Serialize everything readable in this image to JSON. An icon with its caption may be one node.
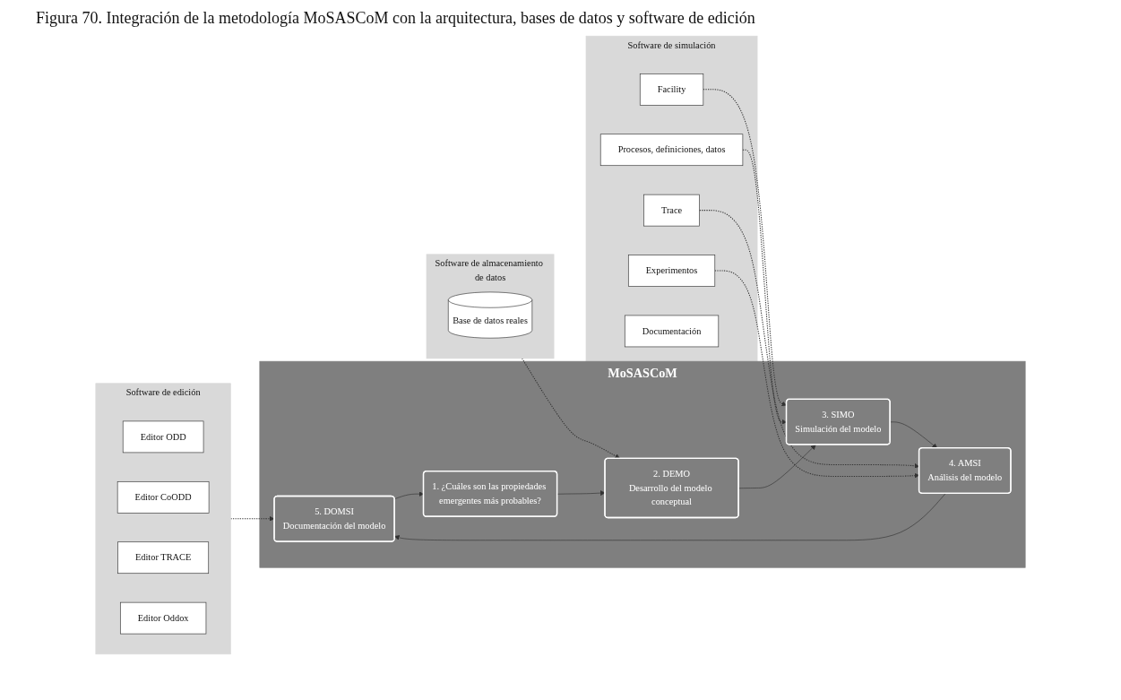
{
  "diagram": {
    "title": "Figura 70. Integración de la metodología MoSASCoM con la arquitectura, bases de datos y software de edición",
    "nodes": [
      {
        "text": [
          "MoSASCoM"
        ]
      },
      {
        "text": [
          "1. ¿Cuáles son las propiedades emergentes más probables?"
        ],
        "in": 0
      },
      {
        "text": [
          "2. DEMO",
          "Desarrollo del modelo conceptual"
        ],
        "in": 0
      },
      {
        "text": [
          "3. SIMO",
          "Simulación del modelo"
        ],
        "in": 0
      },
      {
        "text": [
          "4. AMSI",
          "Análisis del modelo"
        ],
        "in": 0
      },
      {
        "text": [
          "5. DOMSI",
          "Documentación del modelo"
        ],
        "in": 0
      },
      {
        "text": [
          "Software de almacenamiento de datos"
        ]
      },
      {
        "text": [
          "Base de datos reales"
        ],
        "in": 6
      },
      {
        "text": [
          "Software de simulación"
        ]
      },
      {
        "text": [
          "Facility"
        ],
        "in": 8
      },
      {
        "text": [
          "Procesos, definiciones, datos"
        ],
        "in": 8
      },
      {
        "text": [
          "Trace"
        ],
        "in": 8
      },
      {
        "text": [
          "Experimentos"
        ],
        "in": 8
      },
      {
        "text": [
          "Documentación"
        ],
        "in": 8
      },
      {
        "text": [
          "Software de edición"
        ]
      },
      {
        "text": [
          "Editor ODD"
        ],
        "in": 14
      },
      {
        "text": [
          "Editor CoODD"
        ],
        "in": 14
      },
      {
        "text": [
          "Editor TRACE"
        ],
        "in": 14
      },
      {
        "text": [
          "Editor Oddox"
        ],
        "in": 14
      }
    ],
    "edges": [
      {
        "from": 1,
        "to": 2,
        "arrow": "to"
      },
      {
        "from": 2,
        "to": 3,
        "arrow": "to"
      },
      {
        "from": 3,
        "to": 4,
        "arrow": "to"
      },
      {
        "from": 4,
        "to": 5,
        "arrow": "to"
      },
      {
        "from": 5,
        "to": 1,
        "arrow": "to"
      },
      {
        "from": 6,
        "to": 2,
        "arrow": "to",
        "style": "dashed"
      },
      {
        "from": 9,
        "to": 3,
        "arrow": "to",
        "style": "dashed"
      },
      {
        "from": 10,
        "to": 3,
        "arrow": "to",
        "style": "dashed"
      },
      {
        "from": 11,
        "to": 4,
        "arrow": "to",
        "style": "dashed"
      },
      {
        "from": 12,
        "to": 4,
        "arrow": "to",
        "style": "dashed"
      },
      {
        "from": 14,
        "to": 5,
        "arrow": "to",
        "style": "dashed"
      }
    ]
  }
}
